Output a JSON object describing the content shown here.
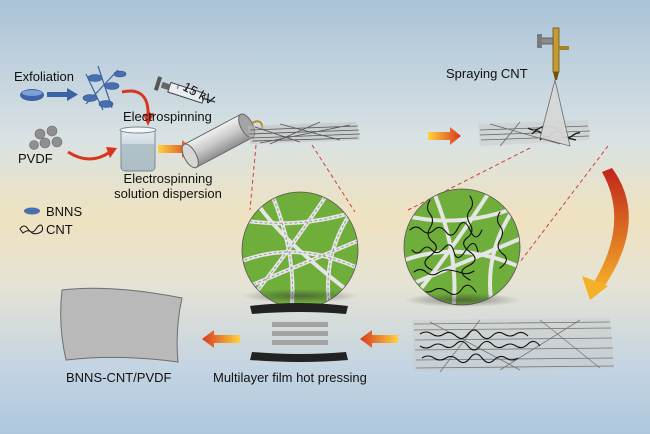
{
  "labels": {
    "exfoliation": "Exfoliation",
    "pvdf": "PVDF",
    "voltage": "15 kV",
    "electrospinning": "Electrospinning",
    "dispersion_line1": "Electrospinning",
    "dispersion_line2": "solution dispersion",
    "spraying": "Spraying CNT",
    "legend_bnns": "BNNS",
    "legend_cnt": "CNT",
    "product": "BNNS-CNT/PVDF",
    "hot_pressing": "Multilayer film hot pressing"
  },
  "colors": {
    "bnns": "#4a6fb0",
    "pvdf": "#9a9a9a",
    "fiber_bg": "#6fae3a",
    "arrow_start": "#ffcf3a",
    "arrow_end": "#d8351e",
    "cnt": "#222222"
  }
}
